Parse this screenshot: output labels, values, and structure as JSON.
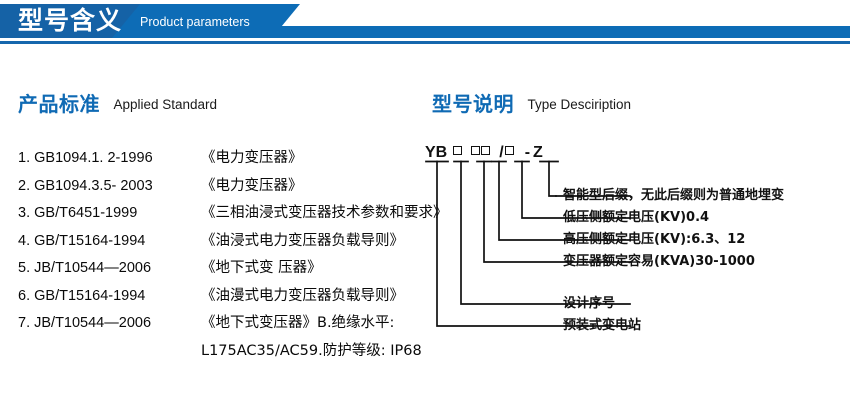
{
  "banner": {
    "title_cn": "型号含义",
    "title_en": "Product parameters",
    "color_dark": "#1562a6",
    "color_light": "#0d6cb6"
  },
  "sections": {
    "left": {
      "heading_cn": "产品标准",
      "heading_en": "Applied Standard"
    },
    "right": {
      "heading_cn": "型号说明",
      "heading_en": "Type Desciription"
    }
  },
  "standards": [
    {
      "index": "1.",
      "code": "GB1094.1. 2-1996",
      "name": "《电力变压器》"
    },
    {
      "index": "2.",
      "code": "GB1094.3.5- 2003",
      "name": "《电力变压器》"
    },
    {
      "index": "3.",
      "code": "GB/T6451-1999",
      "name": "《三相油浸式变压器技术参数和要求》"
    },
    {
      "index": "4.",
      "code": "GB/T15164-1994",
      "name": "《油浸式电力变压器负载导则》"
    },
    {
      "index": "5.",
      "code": "JB/T10544—2006",
      "name": "《地下式变 压器》"
    },
    {
      "index": "6.",
      "code": "GB/T15164-1994",
      "name": "《油漫式电力变压器负载导则》"
    },
    {
      "index": "7.",
      "code": "JB/T10544—2006",
      "name": "《地下式变压器》B.绝缘水平:"
    }
  ],
  "standards_continuation": "L175AC35/AC59.防护等级: IP68",
  "model_code": {
    "segments": [
      {
        "type": "text",
        "value": "YB"
      },
      {
        "type": "box"
      },
      {
        "type": "box"
      },
      {
        "type": "box"
      },
      {
        "type": "text",
        "value": "/"
      },
      {
        "type": "box"
      },
      {
        "type": "text",
        "value": "-"
      },
      {
        "type": "text",
        "value": "Z"
      }
    ],
    "display": "YB □ □□/□ - Z"
  },
  "callouts": [
    {
      "id": "callout-suffix",
      "text": "智能型后缀，无此后缀则为普通地埋变"
    },
    {
      "id": "callout-lv-voltage",
      "text": "低压侧额定电压(KV)0.4"
    },
    {
      "id": "callout-hv-voltage",
      "text": "高压侧额定电压(KV):6.3、12"
    },
    {
      "id": "callout-capacity",
      "text": "变压器额定容易(KVA)30-1000"
    },
    {
      "id": "callout-design-no",
      "text": "设计序号"
    },
    {
      "id": "callout-substation",
      "text": "预装式变电站"
    }
  ]
}
